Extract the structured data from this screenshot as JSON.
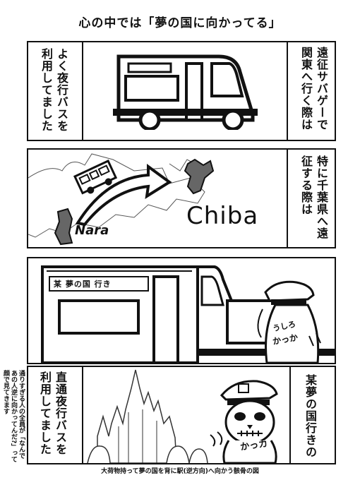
{
  "title": "心の中では「夢の国に向かってる」",
  "panel1": {
    "right_text": "遠征サバゲーで関東へ行く際は",
    "left_text": "よく夜行バスを利用してました"
  },
  "panel2": {
    "right_text": "特に千葉県へ遠征する際は",
    "label_nara": "Nara",
    "label_chiba": "Chiba"
  },
  "panel3": {
    "bus_sign": "某 夢の国 行き",
    "sfx_ushiro": "うしろ",
    "sfx_kakka": "かっか"
  },
  "panel4": {
    "left_text": "直通夜行バスを利用してました",
    "right_text": "某夢の国行きの",
    "side_note": "通りすぎる人の全員が「なんであの人逆に向かってんだ?」って顔で見てきます",
    "sfx_kakka": "かっカ"
  },
  "caption": "大荷物持って夢の国を背に駅(逆方向)へ向かう骸骨の図"
}
